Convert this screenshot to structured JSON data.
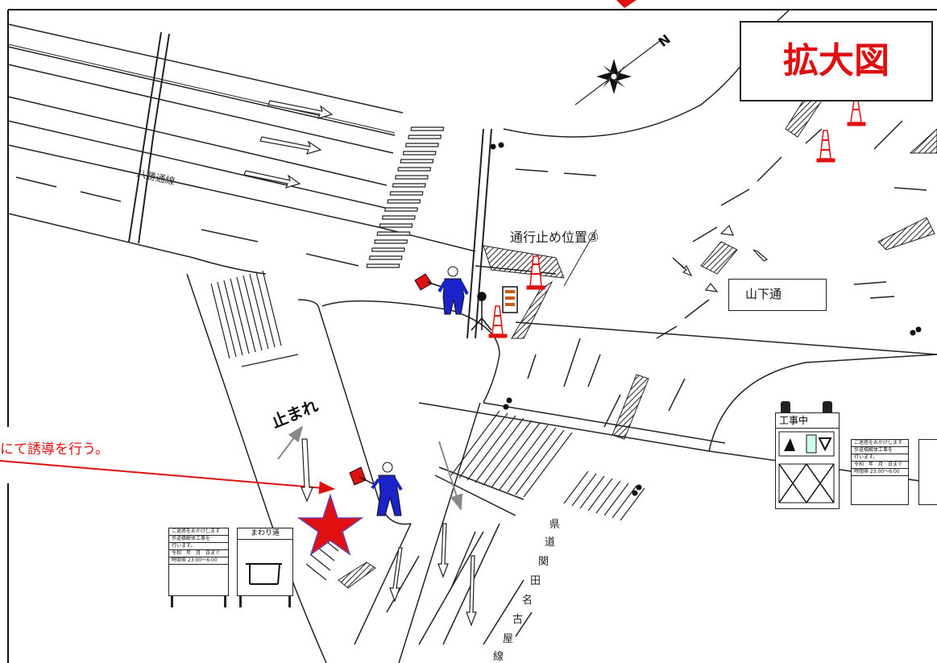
{
  "labels": {
    "enlarged_view": "拡大図",
    "yamashita_street": "山下通",
    "stop_position": "通行止め位置③",
    "guidance": "にて誘導を行う。",
    "tomare": "止まれ",
    "hachiman_line": "八勝通線",
    "detour_route": [
      "県",
      "道",
      "関",
      "田",
      "名",
      "古",
      "屋",
      "線"
    ],
    "compass_north": "N"
  },
  "signs": {
    "notice_lines": [
      "ご迷惑をおかけします",
      "歩道橋解体工事を",
      "行います。",
      "令和　年　月　日まで",
      "時間帯 23:00〜6:00"
    ],
    "detour_title": "まわり道",
    "work_board_title": "工事中"
  },
  "colors": {
    "red": "#e01010",
    "worker_blue": "#1a22c8",
    "line": "#222222"
  }
}
